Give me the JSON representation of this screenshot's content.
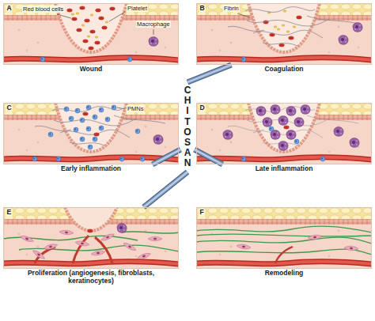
{
  "diagram": {
    "nodes": [
      {
        "text": [
          "A",
          "Wound"
        ]
      },
      {
        "text": [
          "B",
          "Coagulation"
        ]
      },
      {
        "text": [
          "C",
          "Early inflammation"
        ]
      },
      {
        "text": [
          "D",
          "Late inflammation"
        ]
      },
      {
        "text": [
          "E",
          "Proliferation (angiogenesis, fibroblasts, keratinocytes)"
        ]
      },
      {
        "text": [
          "F",
          "Remodeling"
        ]
      },
      {
        "text": [
          "CHITOSAN"
        ]
      }
    ],
    "edges": [
      {
        "from": 6,
        "to": 1,
        "arrow": "none"
      },
      {
        "from": 6,
        "to": 2,
        "arrow": "none"
      },
      {
        "from": 6,
        "to": 3,
        "arrow": "none"
      },
      {
        "from": 6,
        "to": 4,
        "arrow": "none"
      }
    ],
    "labels": [
      "Red blood cells",
      "Platelet",
      "Macrophage",
      "Fibrin",
      "PMNs"
    ]
  }
}
